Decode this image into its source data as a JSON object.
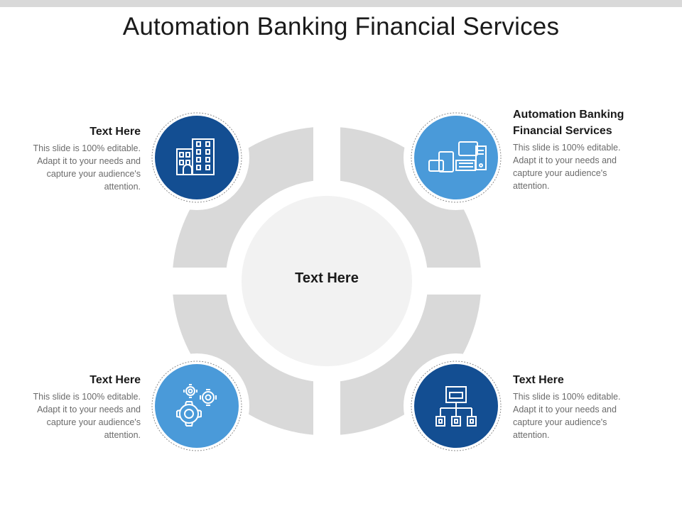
{
  "title": "Automation Banking Financial Services",
  "center": {
    "label": "Text Here"
  },
  "items": [
    {
      "title": "Text Here",
      "body": "This slide is 100% editable. Adapt it to your needs and capture your audience's attention.",
      "icon": "office-building-icon"
    },
    {
      "title": "Automation Banking Financial Services",
      "body": "This slide is 100% editable. Adapt it to your needs and capture your audience's attention.",
      "icon": "computer-devices-icon"
    },
    {
      "title": "Text Here",
      "body": "This slide is 100% editable. Adapt it to your needs and capture your audience's attention.",
      "icon": "gears-icon"
    },
    {
      "title": "Text Here",
      "body": "This slide is 100% editable. Adapt it to your needs and capture your audience's attention.",
      "icon": "network-hierarchy-icon"
    }
  ],
  "colors": {
    "dark_blue": "#134e92",
    "light_blue": "#4a9ad9",
    "ring_gray": "#d9d9d9",
    "center_fill": "#f2f2f2"
  }
}
